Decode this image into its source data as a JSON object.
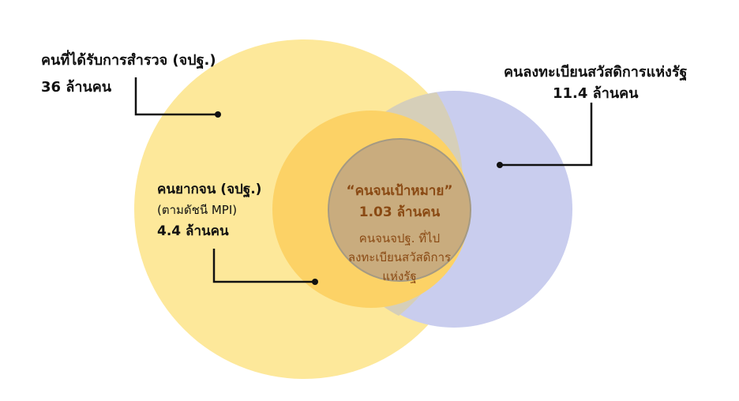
{
  "surveyed": {
    "title": "คนที่ได้รับการสำรวจ (จปฐ.)",
    "value": "36 ล้านคน"
  },
  "registered": {
    "title": "คนลงทะเบียนสวัสดิการแห่งรัฐ",
    "value": "11.4 ล้านคน"
  },
  "poor": {
    "title": "คนยากจน  (จปฐ.)",
    "note": "(ตามดัชนี MPI)",
    "value": "4.4 ล้านคน"
  },
  "target": {
    "title": "“คนจนเป้าหมาย”",
    "value": "1.03 ล้านคน",
    "desc_line1": "คนจนจปฐ. ที่ไป",
    "desc_line2": "ลงทะเบียนสวัสดิการ",
    "desc_line3": "แห่งรัฐ"
  },
  "colors": {
    "surveyed_circle": "#fde89a",
    "registered_circle": "#c9cdee",
    "poor_circle": "#fcd266",
    "target_circle": "#c9ac7e",
    "target_text": "#8a4a14"
  }
}
